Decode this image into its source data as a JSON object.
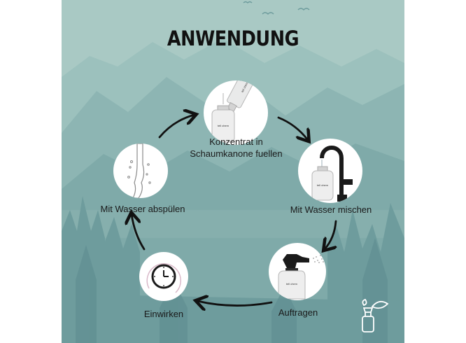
{
  "title": "ANWENDUNG",
  "steps": [
    {
      "label_line1": "Konzentrat in",
      "label_line2": "Schaumkanone fuellen",
      "icon": "bottle-pour-icon"
    },
    {
      "label": "Mit Wasser mischen",
      "icon": "faucet-bottle-icon"
    },
    {
      "label": "Auftragen",
      "icon": "spray-bottle-icon"
    },
    {
      "label": "Einwirken",
      "icon": "clock-icon"
    },
    {
      "label": "Mit Wasser abspülen",
      "icon": "water-stream-icon"
    }
  ],
  "bottle_brand": "tell chem",
  "colors": {
    "sky": "#a9c9c4",
    "mountain_far": "#97bdb9",
    "mountain_mid": "#7faaa9",
    "forest": "#6e9c9d",
    "ink": "#111111"
  },
  "decor_icons": [
    "birds-icon",
    "leaf-spray-logo-icon"
  ]
}
